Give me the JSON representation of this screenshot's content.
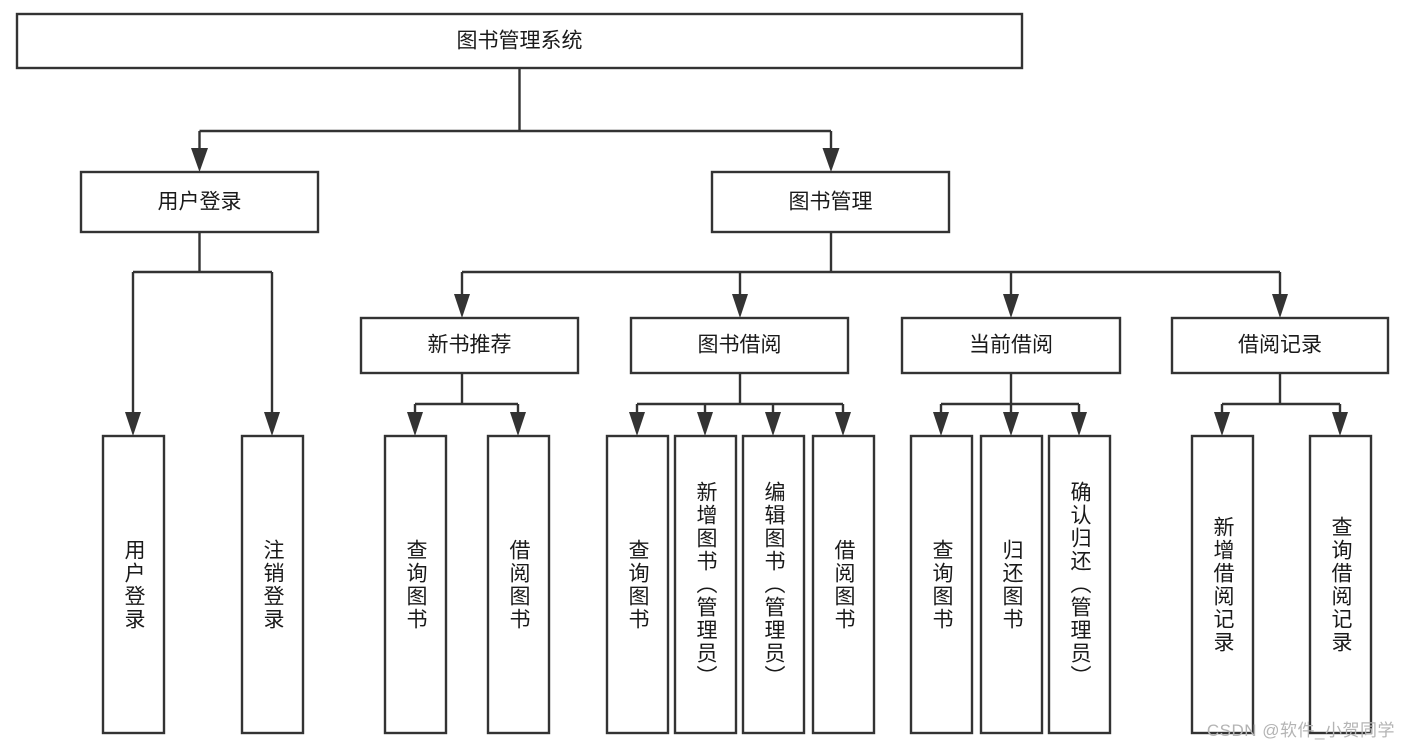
{
  "diagram": {
    "type": "tree",
    "title": "图书管理系统",
    "watermark": "CSDN @软件_小贺同学",
    "root": {
      "id": "root",
      "label": "图书管理系统",
      "level": 0
    },
    "level2": [
      {
        "id": "user-login",
        "label": "用户登录"
      },
      {
        "id": "book-manage",
        "label": "图书管理"
      }
    ],
    "level3": [
      {
        "id": "new-book-recommend",
        "label": "新书推荐",
        "parent": "book-manage"
      },
      {
        "id": "book-borrow",
        "label": "图书借阅",
        "parent": "book-manage"
      },
      {
        "id": "current-borrow",
        "label": "当前借阅",
        "parent": "book-manage"
      },
      {
        "id": "borrow-record",
        "label": "借阅记录",
        "parent": "book-manage"
      }
    ],
    "leaves": [
      {
        "id": "leaf-user-login",
        "label": "用户登录",
        "parent": "user-login"
      },
      {
        "id": "leaf-logout",
        "label": "注销登录",
        "parent": "user-login"
      },
      {
        "id": "leaf-query-book-1",
        "label": "查询图书",
        "parent": "new-book-recommend"
      },
      {
        "id": "leaf-borrow-book-1",
        "label": "借阅图书",
        "parent": "new-book-recommend"
      },
      {
        "id": "leaf-query-book-2",
        "label": "查询图书",
        "parent": "book-borrow"
      },
      {
        "id": "leaf-add-book",
        "label": "新增图书（管理员）",
        "parent": "book-borrow"
      },
      {
        "id": "leaf-edit-book",
        "label": "编辑图书（管理员）",
        "parent": "book-borrow"
      },
      {
        "id": "leaf-borrow-book-2",
        "label": "借阅图书",
        "parent": "book-borrow"
      },
      {
        "id": "leaf-query-book-3",
        "label": "查询图书",
        "parent": "current-borrow"
      },
      {
        "id": "leaf-return-book",
        "label": "归还图书",
        "parent": "current-borrow"
      },
      {
        "id": "leaf-confirm-return",
        "label": "确认归还（管理员）",
        "parent": "current-borrow"
      },
      {
        "id": "leaf-add-record",
        "label": "新增借阅记录",
        "parent": "borrow-record"
      },
      {
        "id": "leaf-query-record",
        "label": "查询借阅记录",
        "parent": "borrow-record"
      }
    ],
    "colors": {
      "stroke": "#333333",
      "fill": "#ffffff",
      "text": "#1a1a1a",
      "watermark": "#b4b4b4"
    }
  }
}
